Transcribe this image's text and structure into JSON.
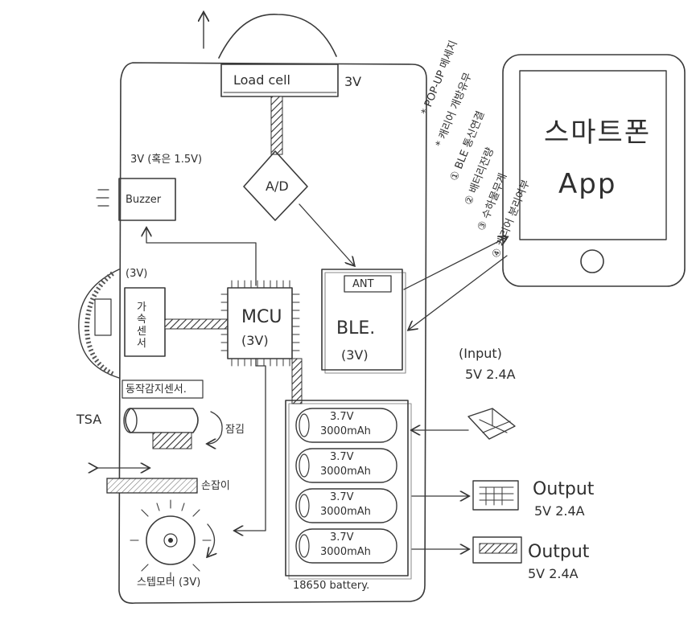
{
  "labels": {
    "load_cell": "Load cell",
    "load_cell_voltage": "3V",
    "buzzer": "Buzzer",
    "buzzer_voltage": "3V (혹은 1.5V)",
    "ad": "A/D",
    "sensor_voltage": "(3V)",
    "sensor": "가속센서",
    "mcu": "MCU",
    "mcu_voltage": "(3V)",
    "ant": "ANT",
    "ble": "BLE.",
    "ble_voltage": "(3V)",
    "vibration_sensor": "동작감지센서.",
    "tsa": "TSA",
    "lock_motion": "잠김",
    "slider": "손잡이",
    "motor": "스텝모터 (3V)",
    "battery_caption": "18650 battery.",
    "cell_voltage": "3.7V",
    "cell_capacity": "3000mAh",
    "input_title": "(Input)",
    "input_spec": "5V 2.4A",
    "output_title": "Output",
    "output_spec": "5V 2.4A",
    "phone_title": "스마트폰",
    "phone_app": "App"
  },
  "notes": [
    "* POP-UP 메세지",
    "* 캐리어 개방유무",
    "① BLE 통신연결",
    "② 배터리잔량",
    "③ 수하물무게",
    "④ 캐리어 분리여부"
  ],
  "battery_cells": 4,
  "output_ports": 2
}
